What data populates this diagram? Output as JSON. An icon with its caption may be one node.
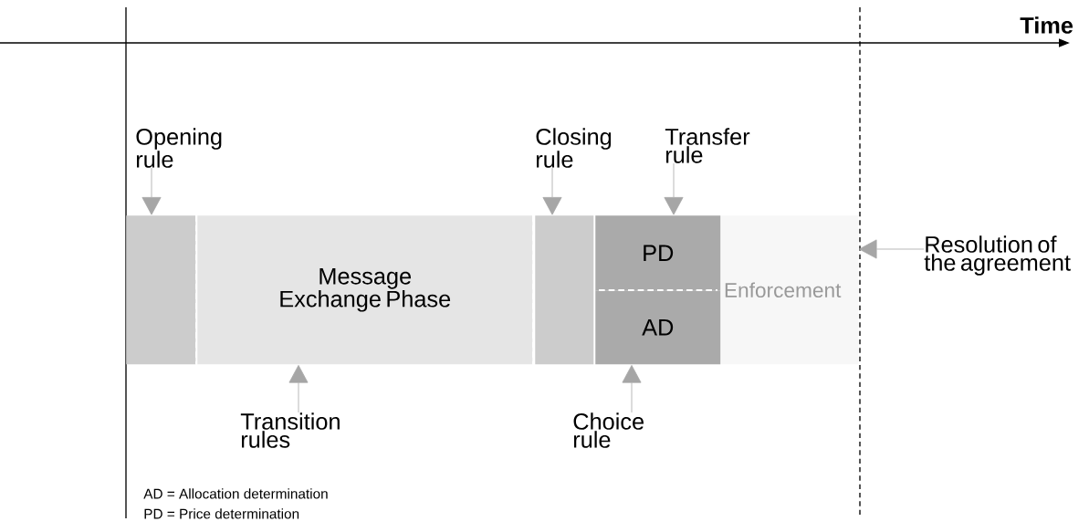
{
  "diagram": {
    "nodes": [
      {
        "text": [],
        "shape": "box"
      },
      {
        "text": [
          "Message Exchange Phase"
        ]
      },
      {
        "text": [],
        "shape": "box"
      },
      {
        "text": [
          "PD"
        ]
      },
      {
        "text": [
          "AD"
        ]
      },
      {
        "text": [
          "Enforcement"
        ]
      },
      {
        "text": [
          "Opening rule"
        ]
      },
      {
        "text": [
          "Closing rule"
        ]
      },
      {
        "text": [
          "Transfer rule"
        ]
      },
      {
        "text": [
          "Resolution of the agreement"
        ]
      },
      {
        "text": [
          "Transition rules"
        ]
      },
      {
        "text": [
          "Choice rule"
        ]
      }
    ],
    "edges": [
      {
        "from": 6,
        "to": 0,
        "arrow": "to"
      },
      {
        "from": 7,
        "to": 2,
        "arrow": "to"
      },
      {
        "from": 8,
        "to": 3,
        "arrow": "to"
      },
      {
        "from": 9,
        "to": 5,
        "arrow": "to"
      },
      {
        "from": 10,
        "to": 1,
        "arrow": "to"
      },
      {
        "from": 11,
        "to": 4,
        "arrow": "to"
      }
    ],
    "labels": [
      "Time",
      "AD  = Allocation determination",
      "PD = Price determination"
    ]
  }
}
